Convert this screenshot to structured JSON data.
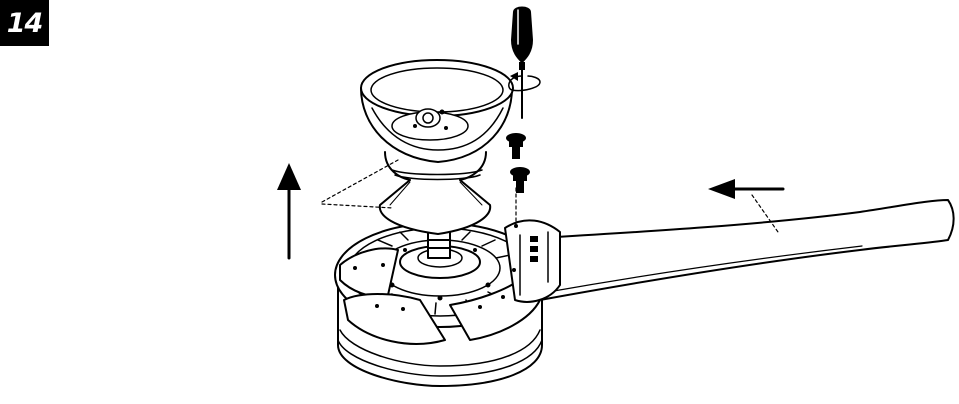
{
  "step": {
    "number": "14",
    "badge_background": "#000000",
    "badge_text_color": "#ffffff"
  },
  "illustration": {
    "line_color": "#000000",
    "fill_color": "#ffffff",
    "parts": [
      "screwdriver-icon",
      "rotation-arrow-icon",
      "screw-icon",
      "screw-icon",
      "light-kit-cover",
      "fan-motor-housing",
      "fan-blade",
      "blade-bracket",
      "up-arrow-icon",
      "left-arrow-icon"
    ]
  }
}
